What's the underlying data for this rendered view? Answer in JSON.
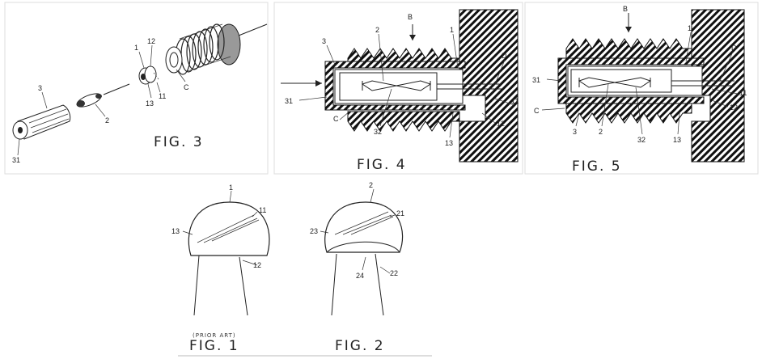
{
  "fig3": {
    "caption": "FIG. 3",
    "labels": {
      "l1": "1",
      "l12": "12",
      "l13": "13",
      "l11": "11",
      "lC": "C",
      "l3": "3",
      "l2": "2",
      "l31": "31"
    }
  },
  "fig4": {
    "caption": "FIG. 4",
    "labels": {
      "B": "B",
      "l1": "1",
      "l2": "2",
      "l3": "3",
      "D": "D",
      "l31": "31",
      "C": "C",
      "l32": "32",
      "l13": "13",
      "l12": "12",
      "l11": "11"
    }
  },
  "fig5": {
    "caption": "FIG. 5",
    "labels": {
      "B": "B",
      "l1": "1",
      "D": "D",
      "l31": "31",
      "C": "C",
      "l3": "3",
      "l2": "2",
      "l32": "32",
      "l13": "13",
      "l12": "12",
      "l11": "11"
    }
  },
  "fig1": {
    "caption": "FIG. 1",
    "note": "(PRIOR ART)",
    "labels": {
      "l1": "1",
      "l11": "11",
      "l13": "13",
      "l12": "12"
    }
  },
  "fig2": {
    "caption": "FIG. 2",
    "labels": {
      "l2": "2",
      "l21": "21",
      "l23": "23",
      "l24": "24",
      "l22": "22"
    }
  }
}
